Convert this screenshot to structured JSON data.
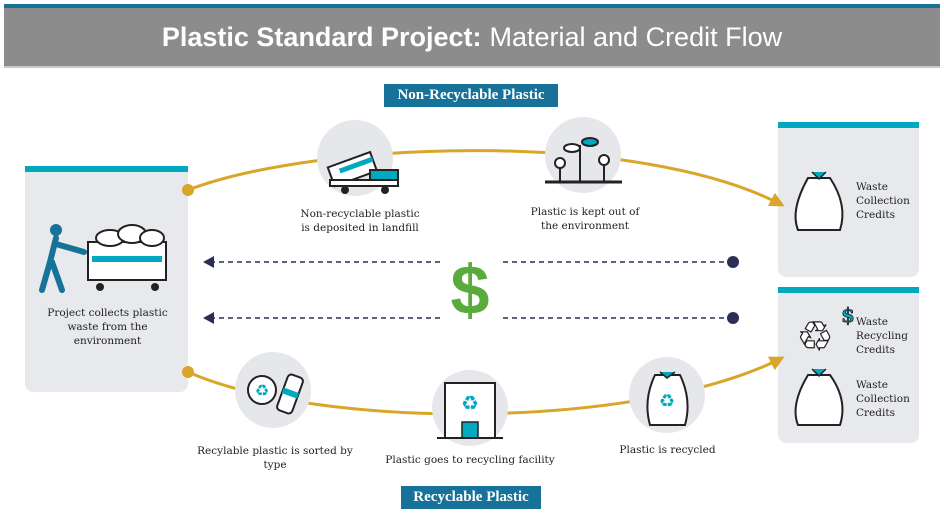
{
  "title": {
    "bold": "Plastic Standard Project:",
    "regular": "Material and Credit Flow"
  },
  "flows": {
    "top_label": "Non-Recyclable Plastic",
    "bottom_label": "Recyclable Plastic"
  },
  "source": {
    "text": "Project collects plastic waste from the environment"
  },
  "steps": {
    "landfill": "Non-recyclable plastic is deposited in landfill",
    "kept_out": "Plastic is kept out of the environment",
    "sorted": "Recylable plastic is sorted by type",
    "facility": "Plastic goes to recycling facility",
    "recycled": "Plastic is recycled"
  },
  "credits": {
    "top": {
      "collection": "Waste Collection Credits"
    },
    "bottom": {
      "recycling": "Waste Recycling Credits",
      "collection": "Waste Collection Credits"
    }
  },
  "money_symbol": "$",
  "colors": {
    "teal": "#00a9c0",
    "blue": "#17729a",
    "gold": "#d9a62a",
    "green": "#5aaa3c",
    "navy": "#2b2f55"
  }
}
